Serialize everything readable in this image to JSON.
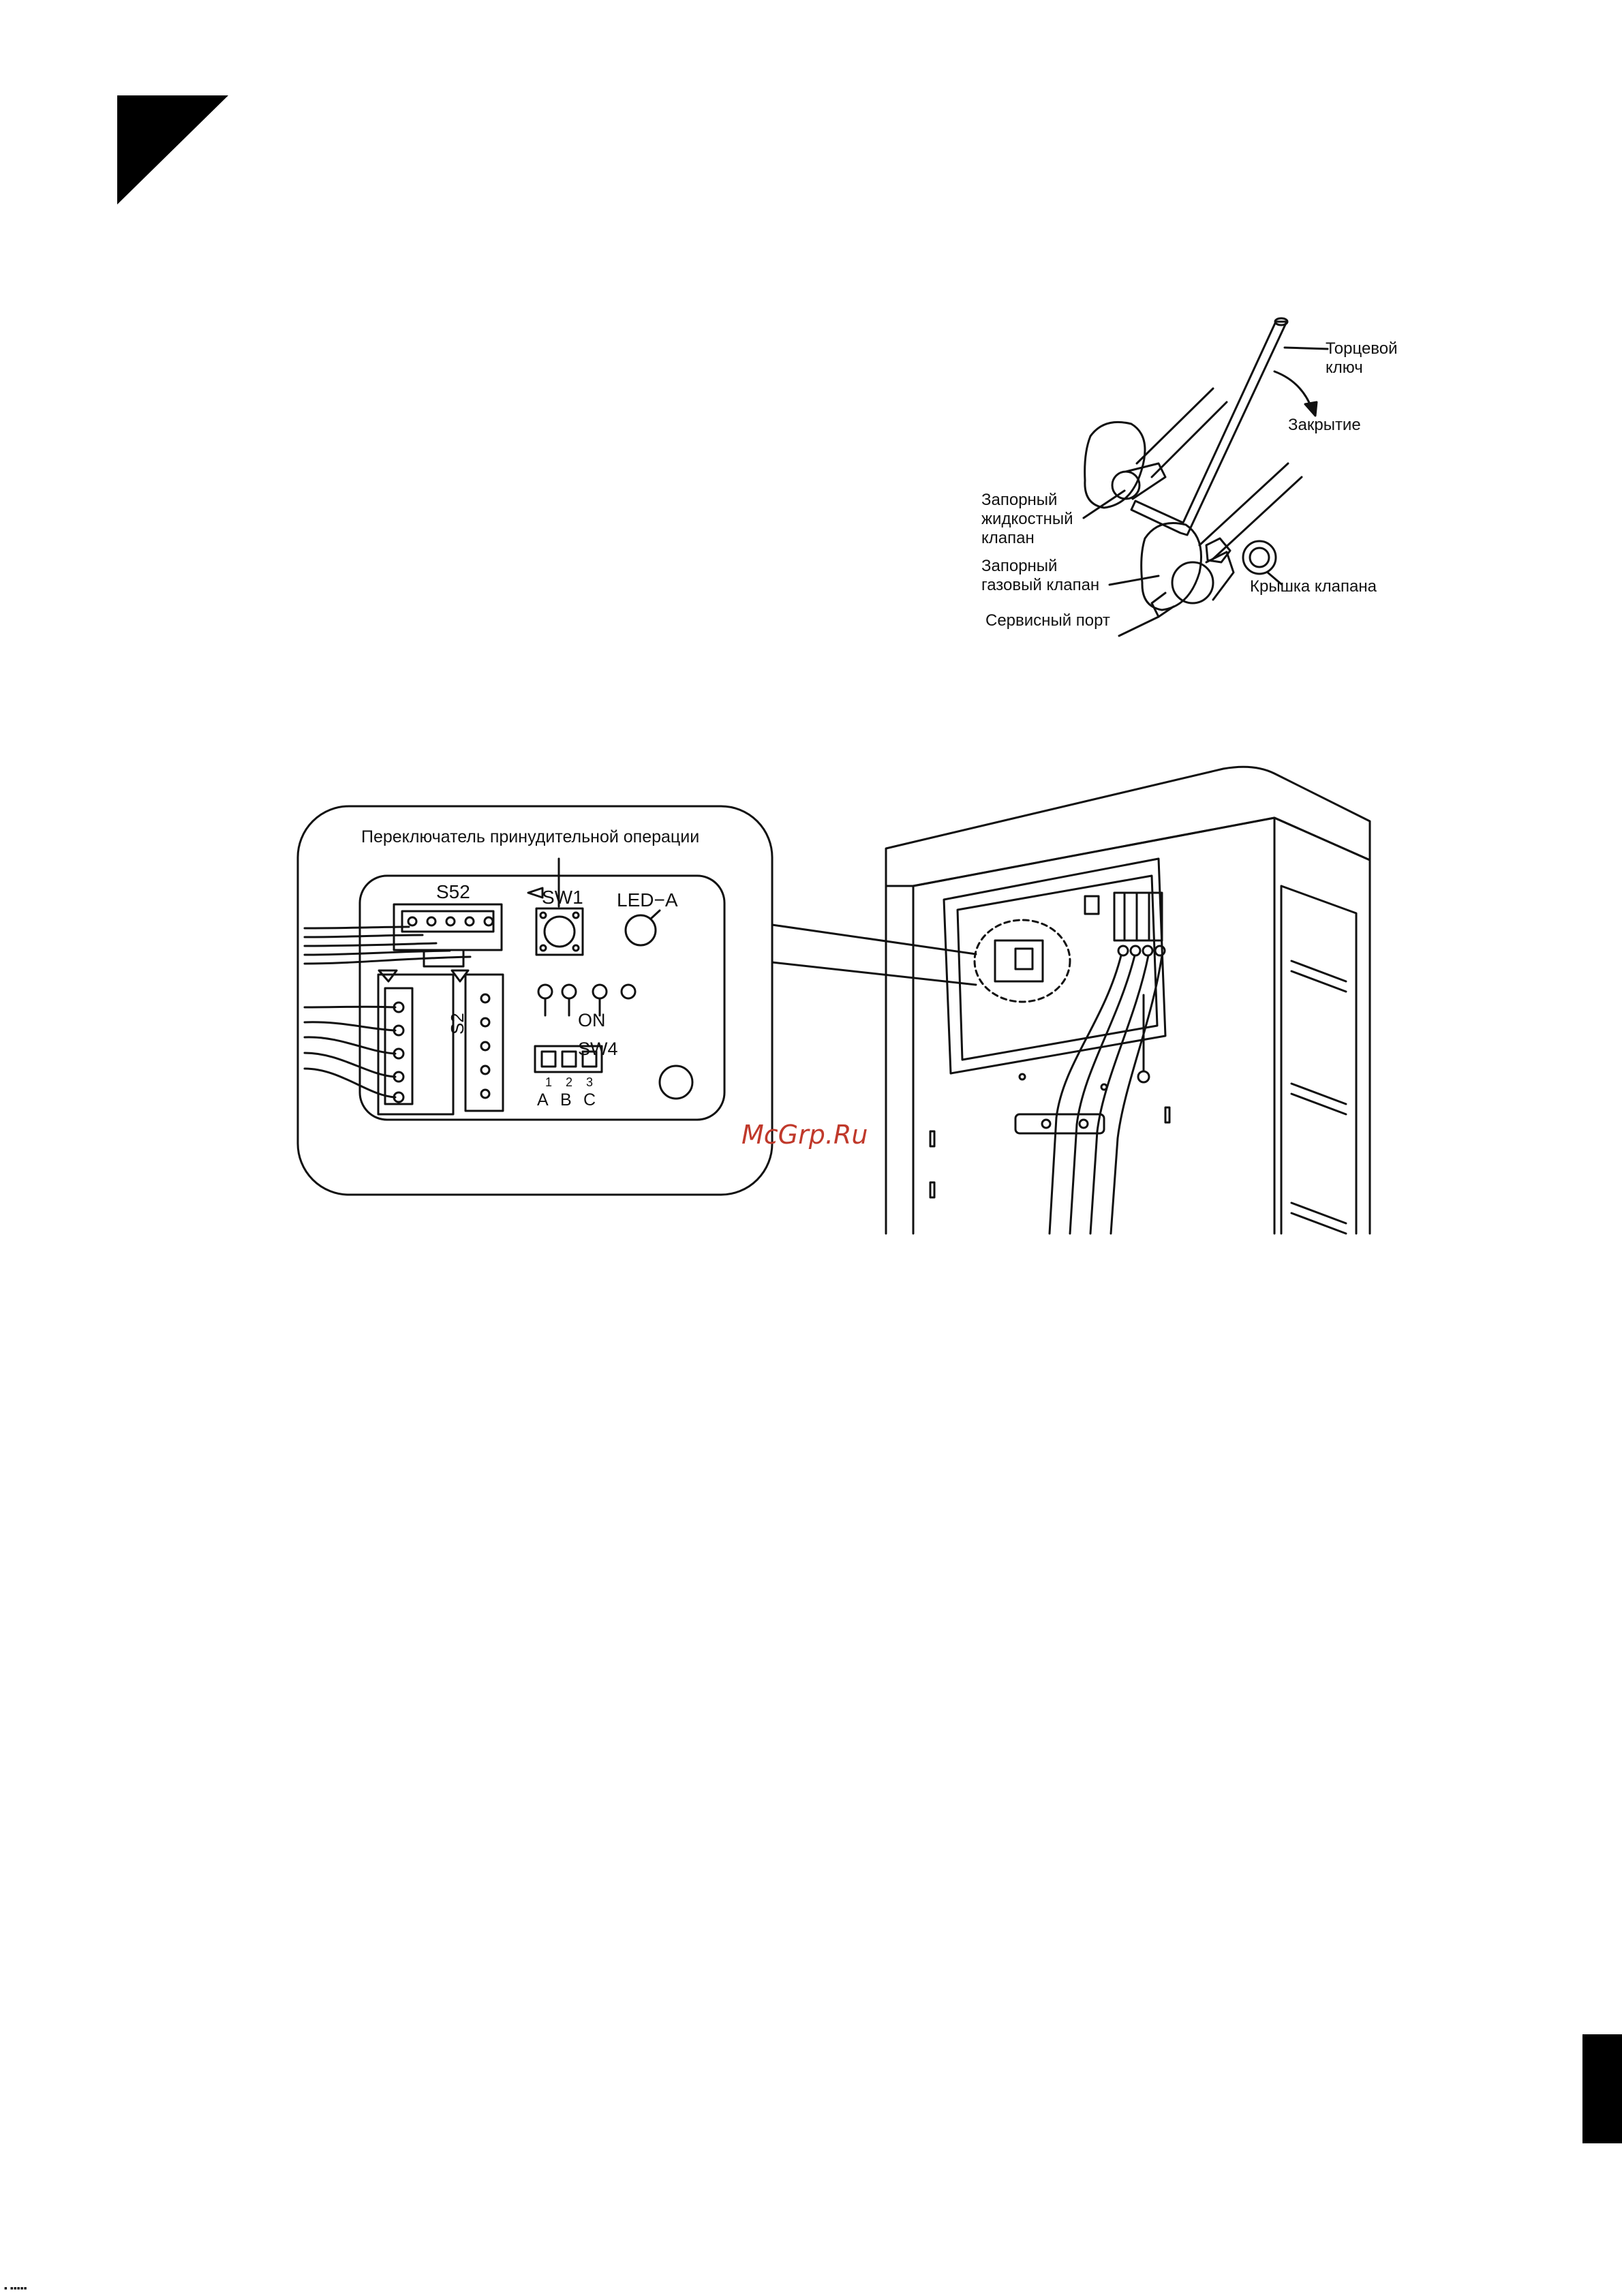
{
  "valve_figure": {
    "hex_wrench": [
      "Торцевой",
      "ключ"
    ],
    "closing": "Закрытие",
    "liquid_stop_valve": [
      "Запорный",
      "жидкостный",
      "клапан"
    ],
    "gas_stop_valve": [
      "Запорный",
      "газовый клапан"
    ],
    "valve_cap": "Крышка клапана",
    "service_port": "Сервисный порт"
  },
  "board_figure": {
    "forced_operation_switch": "Переключатель принудительной операции",
    "connector_s52": "S52",
    "connector_s2": "S2",
    "switch_sw1": "SW1",
    "led_a": "LED−A",
    "dip_on": "ON",
    "dip_sw4": "SW4",
    "dip_numbers": [
      "1",
      "2",
      "3"
    ],
    "dip_letters": [
      "A",
      "B",
      "C"
    ]
  },
  "watermark": "McGrp.Ru"
}
